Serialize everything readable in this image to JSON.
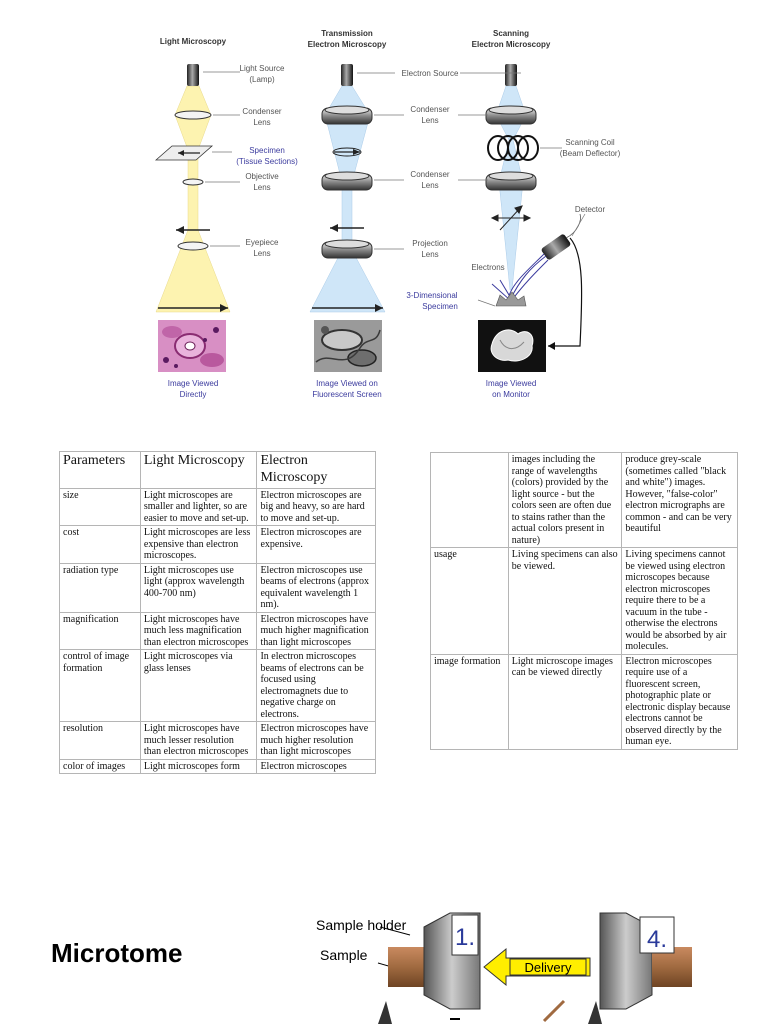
{
  "diagram": {
    "columns": [
      {
        "title_lines": [
          "Light Microscopy"
        ],
        "caption_lines": [
          "Image Viewed",
          "Directly"
        ]
      },
      {
        "title_lines": [
          "Transmission",
          "Electron Microscopy"
        ],
        "caption_lines": [
          "Image Viewed on",
          "Fluorescent Screen"
        ]
      },
      {
        "title_lines": [
          "Scanning",
          "Electron Microscopy"
        ],
        "caption_lines": [
          "Image Viewed",
          "on Monitor"
        ]
      }
    ],
    "labels": {
      "light_source": [
        "Light Source",
        "(Lamp)"
      ],
      "condenser_lm": [
        "Condenser",
        "Lens"
      ],
      "specimen": [
        "Specimen",
        "(Tissue Sections)"
      ],
      "objective": [
        "Objective",
        "Lens"
      ],
      "eyepiece": [
        "Eyepiece",
        "Lens"
      ],
      "electron_source": "Electron Source",
      "condenser_tem1": [
        "Condenser",
        "Lens"
      ],
      "condenser_tem2": [
        "Condenser",
        "Lens"
      ],
      "projection": [
        "Projection",
        "Lens"
      ],
      "scanning_coil": [
        "Scanning Coil",
        "(Beam Deflector)"
      ],
      "detector": "Detector",
      "electrons": "Electrons",
      "specimen_3d": [
        "3-Dimensional",
        "Specimen"
      ]
    }
  },
  "table_left": {
    "header": {
      "parameter": "Parameters",
      "light": "Light Microscopy",
      "electron": "Electron Microscopy"
    },
    "rows": [
      {
        "parameter": "size",
        "light": " Light microscopes are smaller and lighter, so are easier to move and set-up.",
        "electron": "Electron microscopes are big and heavy, so are hard to move and set-up."
      },
      {
        "parameter": "cost",
        "light": "Light microscopes are less expensive than electron microscopes.",
        "electron": "Electron microscopes are expensive."
      },
      {
        "parameter": "radiation type",
        "light": "Light microscopes use light (approx wavelength 400-700 nm)",
        "electron": "Electron microscopes use beams of electrons (approx equivalent wavelength 1 nm)."
      },
      {
        "parameter": "magnification",
        "light": "Light microscopes have much less magnification than electron microscopes",
        "electron": "Electron microscopes have much higher magnification than light microscopes"
      },
      {
        "parameter": "control of image formation",
        "light": "Light microscopes via glass lenses",
        "electron": "In electron microscopes beams of electrons can be focused using electromagnets due to negative charge on electrons."
      },
      {
        "parameter": "resolution",
        "light": "Light microscopes have much lesser resolution than electron microscopes",
        "electron": "Electron microscopes have much higher resolution than light microscopes"
      },
      {
        "parameter": "color of images",
        "light": "Light microscopes form",
        "electron": "Electron microscopes"
      }
    ]
  },
  "table_right": {
    "rows": [
      {
        "parameter": "",
        "light": "images including the range of wavelengths (colors) provided by the light source - but the colors seen are often due to stains rather than the actual colors present in nature)",
        "electron": "produce grey-scale (sometimes called \"black and white\") images. However, \"false-color\" electron micrographs are common - and can be very beautiful"
      },
      {
        "parameter": "usage",
        "light": "Living specimens can also be viewed.",
        "electron": "Living specimens cannot be viewed using electron microscopes because electron microscopes require there to be a vacuum in the tube - otherwise the electrons would be absorbed by air molecules."
      },
      {
        "parameter": "image formation",
        "light": "Light microscope images can be viewed directly",
        "electron": "Electron microscopes require use of a fluorescent screen, photographic plate or electronic display because electrons cannot be observed directly by the human eye."
      }
    ]
  },
  "microtome": {
    "title": "Microtome",
    "sample_holder": "Sample holder",
    "sample": "Sample",
    "step1": "1.",
    "step4": "4.",
    "delivery": "Delivery"
  },
  "colors": {
    "light_beam": "#fdf3b0",
    "electron_beam": "#cfe6f8",
    "blue_text": "#3b3b9e",
    "delivery_box": "#ffee00"
  }
}
